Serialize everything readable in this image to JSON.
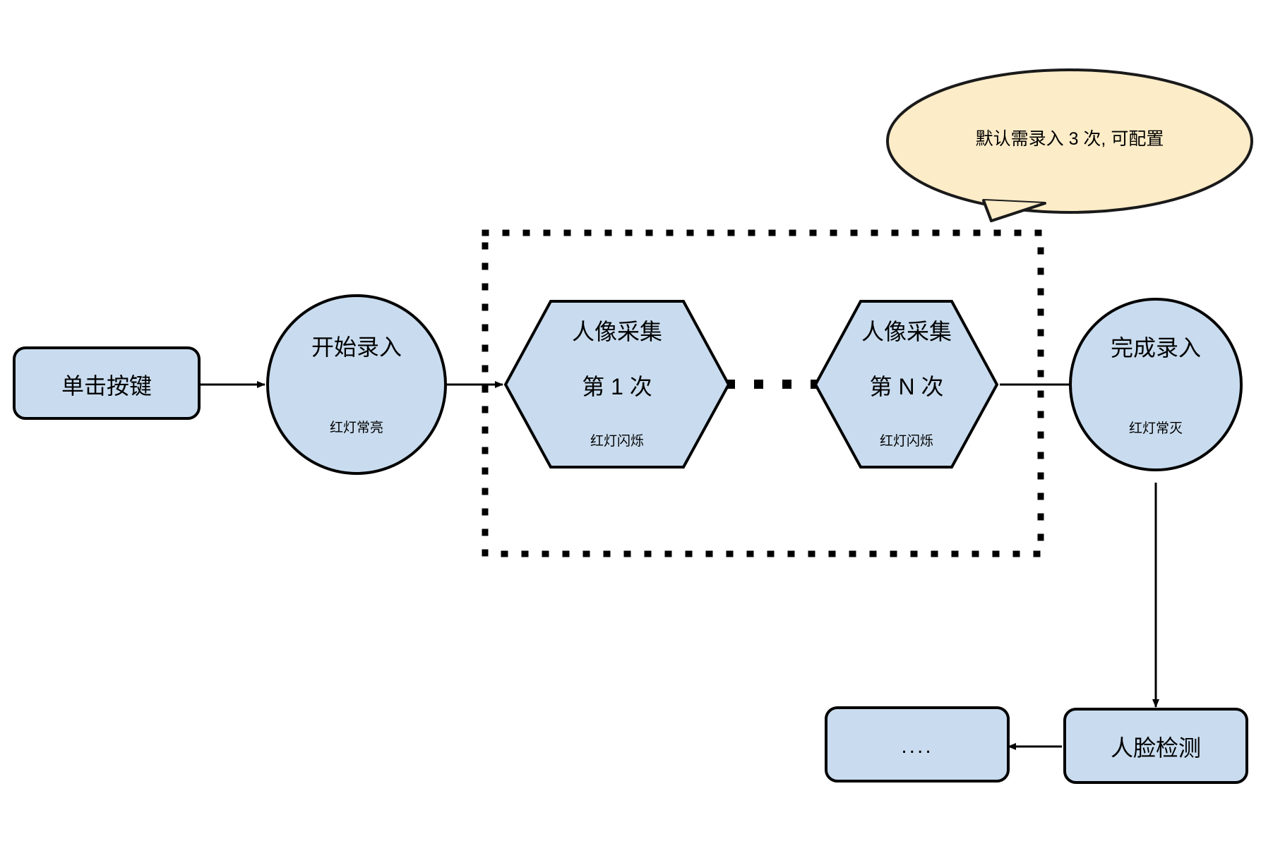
{
  "diagram": {
    "title_hidden": "",
    "colors": {
      "node_fill": "#c9dcef",
      "node_stroke": "#000000",
      "callout_fill": "#fcecc8",
      "callout_stroke": "#1a1a1a",
      "connector": "#000000",
      "background": "#ffffff"
    },
    "nodes": {
      "click_button": {
        "label": "单击按键",
        "shape": "rounded-rectangle"
      },
      "start_enroll": {
        "label": "开始录入",
        "sub_label": "红灯常亮",
        "shape": "circle"
      },
      "capture_first": {
        "line1": "人像采集",
        "line2": "第 1 次",
        "sub_label": "红灯闪烁",
        "shape": "hexagon"
      },
      "capture_nth": {
        "line1": "人像采集",
        "line2": "第 N 次",
        "sub_label": "红灯闪烁",
        "shape": "hexagon"
      },
      "finish_enroll": {
        "label": "完成录入",
        "sub_label": "红灯常灭",
        "shape": "circle"
      },
      "face_detect": {
        "label": "人脸检测",
        "shape": "rounded-rectangle"
      },
      "more_steps": {
        "label": "....",
        "shape": "rounded-rectangle"
      }
    },
    "group_box": {
      "name": "capture-loop-group",
      "style": "dotted"
    },
    "ellipsis_between_captures": "• • • •",
    "callout": {
      "text": "默认需录入 3 次, 可配置",
      "shape": "speech-balloon"
    },
    "edges": [
      {
        "from": "单击按键",
        "to": "开始录入"
      },
      {
        "from": "开始录入",
        "to": "人像采集 第 1 次"
      },
      {
        "from": "人像采集 第 N 次",
        "to": "完成录入"
      },
      {
        "from": "完成录入",
        "to": "人脸检测"
      },
      {
        "from": "人脸检测",
        "to": "...."
      }
    ]
  }
}
